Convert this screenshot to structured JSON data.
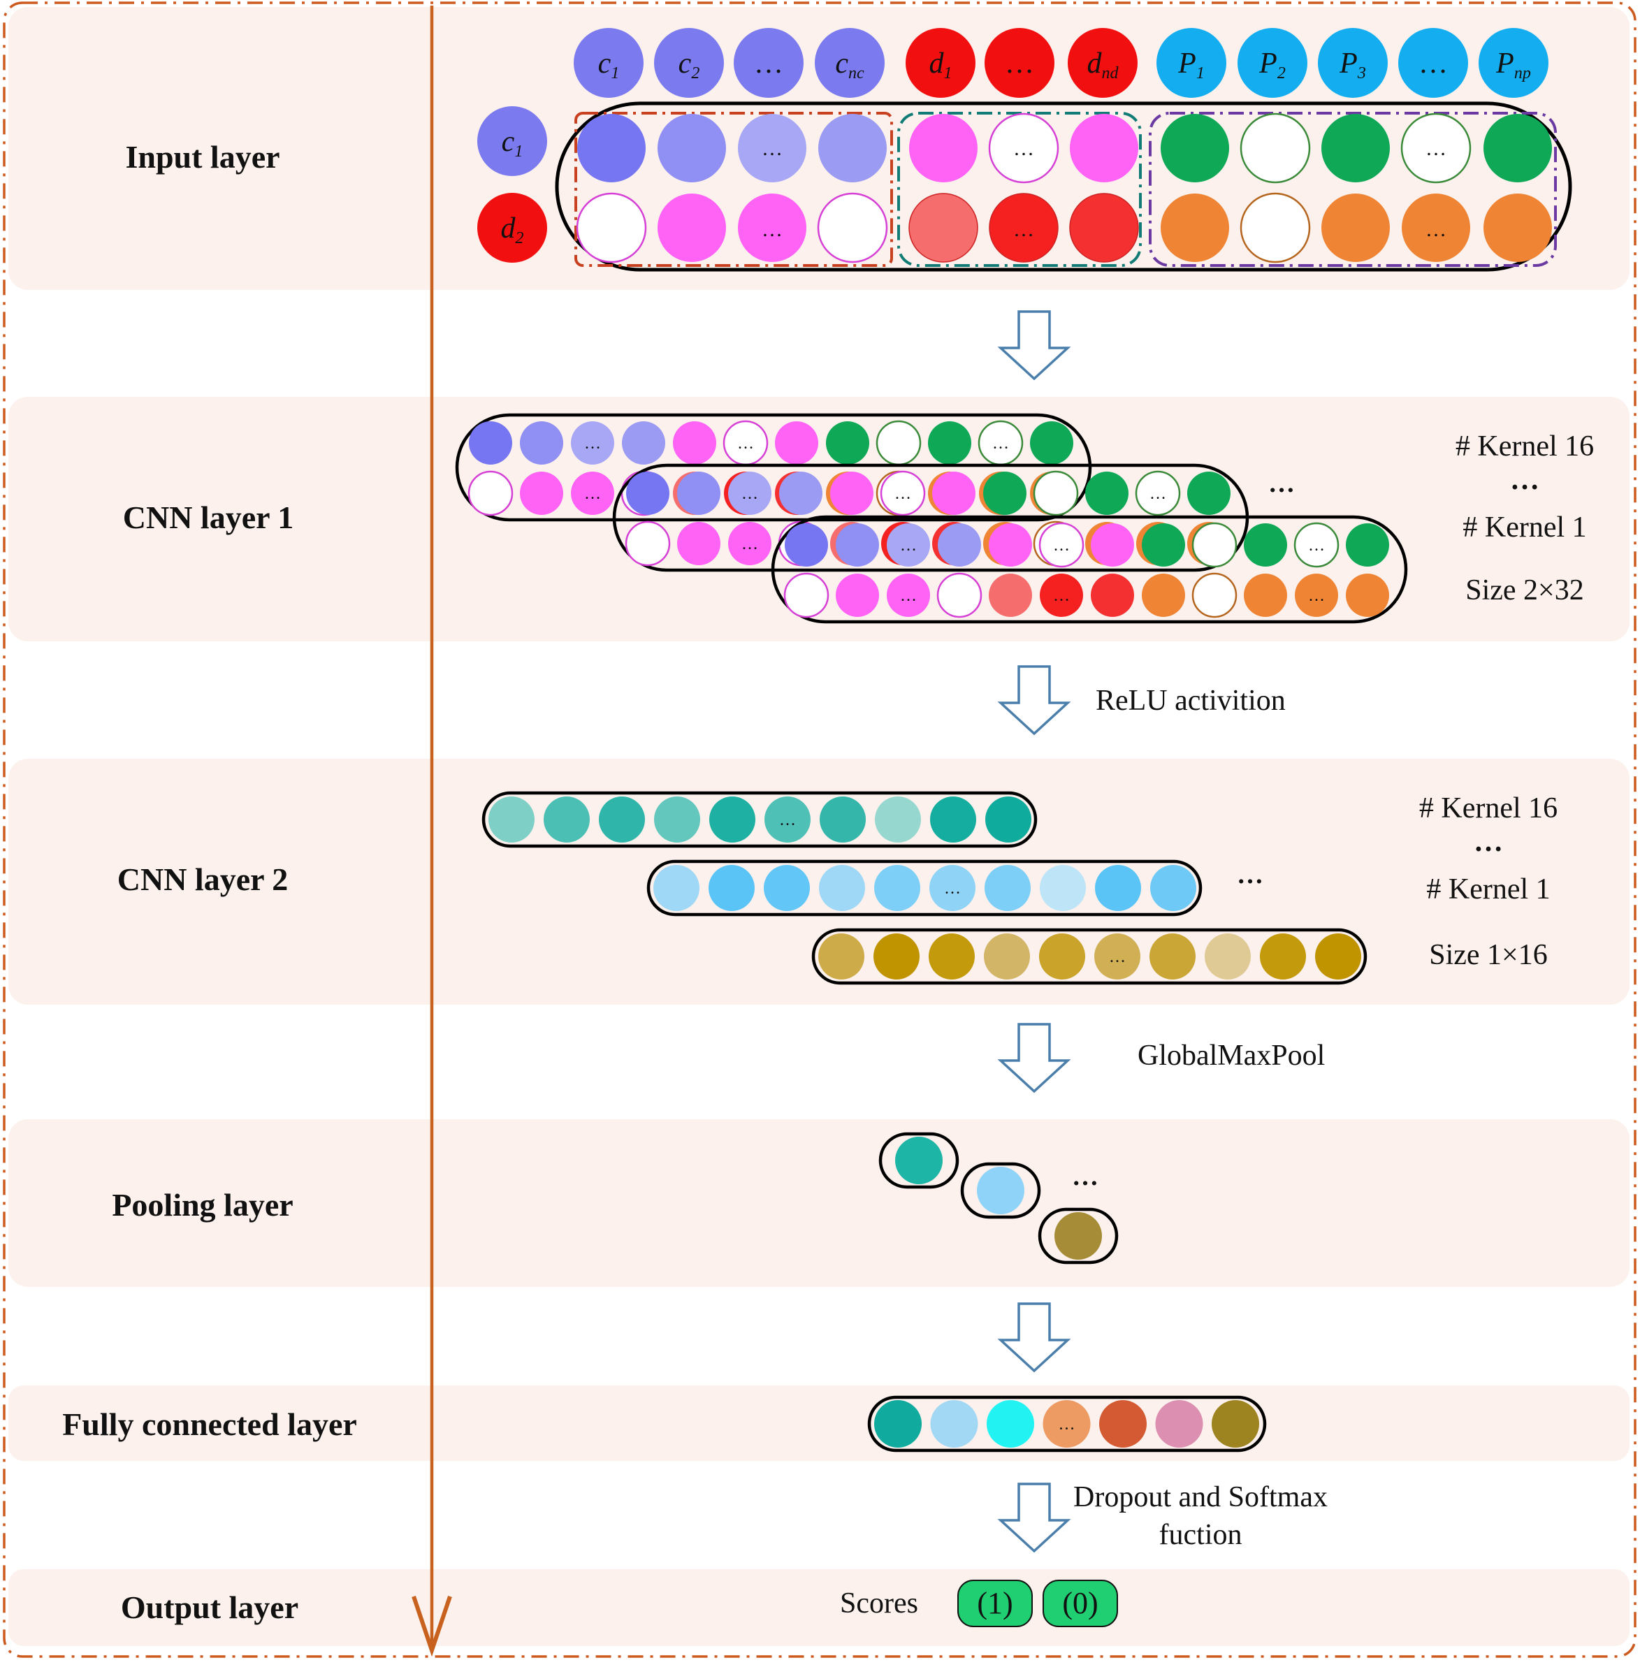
{
  "layers": [
    {
      "key": "input",
      "label": "Input layer"
    },
    {
      "key": "cnn1",
      "label": "CNN layer 1"
    },
    {
      "key": "cnn2",
      "label": "CNN layer 2"
    },
    {
      "key": "pool",
      "label": "Pooling layer"
    },
    {
      "key": "fc",
      "label": "Fully connected layer"
    },
    {
      "key": "output",
      "label": "Output layer"
    }
  ],
  "input_header": [
    {
      "base": "c",
      "sub": "1",
      "color": "#7b7bef"
    },
    {
      "base": "c",
      "sub": "2",
      "color": "#7b7bef"
    },
    {
      "base": "…",
      "sub": "",
      "color": "#7b7bef"
    },
    {
      "base": "c",
      "sub": "nc",
      "color": "#7b7bef"
    },
    {
      "base": "d",
      "sub": "1",
      "color": "#f20f0f"
    },
    {
      "base": "…",
      "sub": "",
      "color": "#f20f0f"
    },
    {
      "base": "d",
      "sub": "nd",
      "color": "#f20f0f"
    },
    {
      "base": "P",
      "sub": "1",
      "color": "#14aef0"
    },
    {
      "base": "P",
      "sub": "2",
      "color": "#14aef0"
    },
    {
      "base": "P",
      "sub": "3",
      "color": "#14aef0"
    },
    {
      "base": "…",
      "sub": "",
      "color": "#14aef0"
    },
    {
      "base": "P",
      "sub": "np",
      "color": "#14aef0"
    }
  ],
  "input_side": [
    {
      "base": "c",
      "sub": "1",
      "color": "#7b7bef"
    },
    {
      "base": "d",
      "sub": "2",
      "color": "#f20f0f"
    }
  ],
  "input_matrix": {
    "row1": [
      "#7676f2",
      "#8f8ff4",
      "#a7a7f5",
      "#9b9bf4",
      "#ff63f5",
      "#ffffff",
      "#ff63f5",
      "#0ea856",
      "#ffffff",
      "#0ea856",
      "#ffffff",
      "#0ea856"
    ],
    "row2": [
      "#ffffff",
      "#ff63f5",
      "#ff63f5",
      "#ffffff",
      "#f56d6d",
      "#f52020",
      "#f53030",
      "#ee8434",
      "#ffffff",
      "#ee8434",
      "#ee8434",
      "#ee8434"
    ],
    "dots_row1": [
      2,
      5,
      10
    ],
    "dots_row2": [
      2,
      5,
      10
    ]
  },
  "cnn1": {
    "kernel_top": "# Kernel 16",
    "kernel_bottom": "# Kernel 1",
    "vdots": "…",
    "size": "Size 2×32",
    "hdots": "…"
  },
  "cnn2": {
    "kernel_top": "# Kernel 16",
    "kernel_bottom": "# Kernel 1",
    "vdots": "…",
    "size": "Size 1×16",
    "hdots": "…",
    "rows": [
      [
        "#7ecfc6",
        "#4cbfb4",
        "#2fb5a9",
        "#63c7bd",
        "#1db0a3",
        "#4fc0b5",
        "#34b6aa",
        "#96d7cf",
        "#14ad9f",
        "#0fab9c"
      ],
      [
        "#9ed8f6",
        "#5bc4f7",
        "#62c6f7",
        "#9ed8f6",
        "#7dcff7",
        "#8fd4f6",
        "#7dcff7",
        "#bde4f7",
        "#5bc4f7",
        "#6ec9f7"
      ],
      [
        "#ceab49",
        "#c09300",
        "#c39a0c",
        "#d2b566",
        "#c9a32a",
        "#d0af55",
        "#caa636",
        "#dfc994",
        "#c39a0c",
        "#c09300"
      ]
    ],
    "dot_index": 5
  },
  "pool": {
    "colors": [
      "#1db5a6",
      "#8fd4f8",
      "#a68c36"
    ],
    "hdots": "…"
  },
  "fc": {
    "colors": [
      "#10ab9e",
      "#a3d8f4",
      "#22f2f2",
      "#ed9a63",
      "#d35a32",
      "#dc8fb1",
      "#9d8421"
    ],
    "dot_index": 3
  },
  "arrows": {
    "relu": "ReLU activition",
    "gmp": "GlobalMaxPool",
    "dropout_line1": "Dropout and Softmax",
    "dropout_line2": "fuction"
  },
  "output": {
    "label": "Scores",
    "score1": "(1)",
    "score2": "(0)",
    "score_color": "#1fcf72"
  },
  "colors": {
    "band": "#fcf1ec",
    "frame": "#cd5a1e",
    "axis": "#c8611e",
    "arrow": "#4a7fac"
  }
}
